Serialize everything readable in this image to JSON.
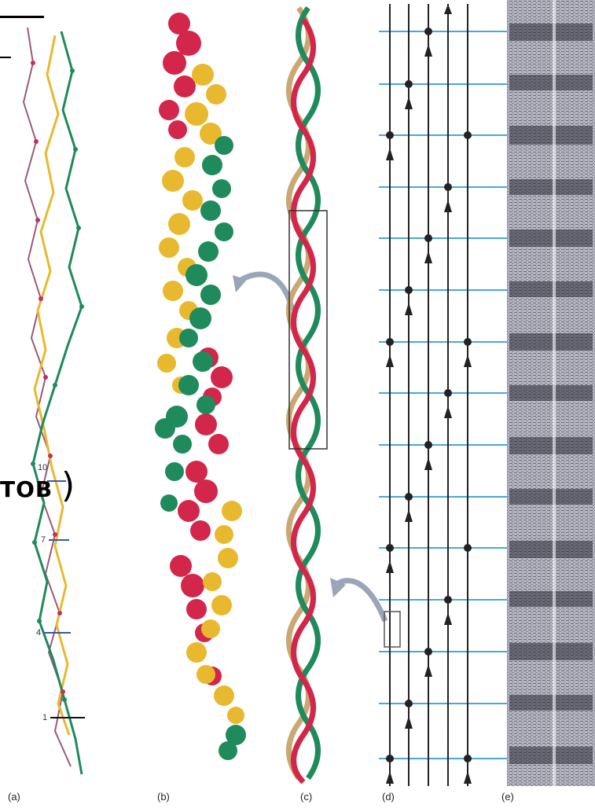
{
  "panels": [
    {
      "id": "a",
      "label": "(a)"
    },
    {
      "id": "b",
      "label": "(b)"
    },
    {
      "id": "c",
      "label": "(c)"
    },
    {
      "id": "d",
      "label": "(d)"
    },
    {
      "id": "e",
      "label": "(e)"
    }
  ],
  "overlay": {
    "partial_word": "ТОВ",
    "paren": ")"
  },
  "panel_a_residue_numbers": [
    "10",
    "7",
    "4",
    "1"
  ],
  "colors": {
    "yellow_strand": "#e8b92e",
    "green_strand": "#1f8a5c",
    "red_strand": "#d2264a",
    "tan_strand": "#c9a873",
    "blue_line": "#4aa8d8",
    "arrow": "#222222"
  }
}
